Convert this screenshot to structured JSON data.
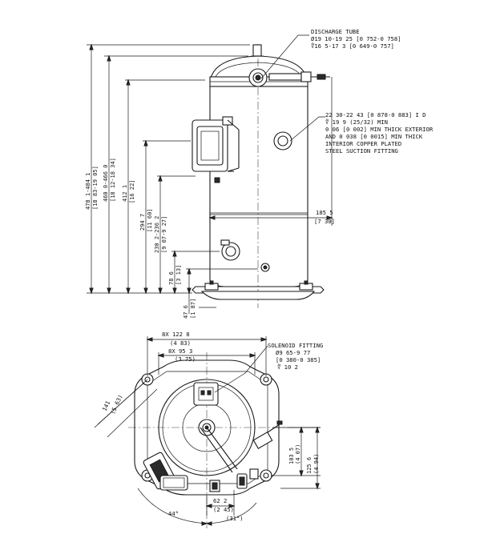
{
  "labels": {
    "discharge_tube": {
      "line1": "DISCHARGE TUBE",
      "line2": "Ø19 10-19 25 [0 752-0 758]",
      "line3": "∜16 5-17 3 [0 649-0 757]"
    },
    "suction_fitting": {
      "line1": "22 30-22 43 [0 878-0 883] I D",
      "line2": "∜ 19 9 (25/32) MIN",
      "line3": "0 06 [0 002] MIN THICK EXTERIOR",
      "line4": "AND 0 038 [0 0015] MIN THICK",
      "line5": "INTERIOR COPPER PLATED",
      "line6": "STEEL SUCTION FITTING"
    },
    "solenoid_fitting": {
      "line1": "SOLENOID FITTING",
      "line2": "Ø9 65-9 77",
      "line3": "[0 380-0 385]",
      "line4": "∜ 10 2"
    }
  },
  "dimensions": {
    "overall_height": {
      "mm": "478 1-484 1",
      "inch": "[18 83-19 05]"
    },
    "height_460": {
      "mm": "460 0-466 0",
      "inch": "[18 12-18 34]"
    },
    "height_412": {
      "mm": "412 1",
      "inch": "[16 22]"
    },
    "height_2947": {
      "mm": "294 7",
      "inch": "[11 60]"
    },
    "height_230": {
      "mm": "230 2-236 2",
      "inch": "[9 07-9 27]"
    },
    "height_786": {
      "mm": "78 6",
      "inch": "[3 13]"
    },
    "height_476": {
      "mm": "47 6",
      "inch": "[1 87]"
    },
    "width_1855": {
      "mm": "185 5",
      "inch": "[7 30]"
    },
    "bolt_1228": {
      "mm": "8X 122 8",
      "inch": "(4 83)"
    },
    "bolt_953": {
      "mm": "8X 95 3",
      "inch": "(3 75)"
    },
    "diag_141": {
      "mm": "141",
      "inch": "(5 63)"
    },
    "depth_1035": {
      "mm": "103 5",
      "inch": "(4 07)"
    },
    "depth_1256": {
      "mm": "125 6",
      "inch": "(4 94)"
    },
    "offset_622": {
      "mm": "62 2",
      "inch": "(2 45)"
    },
    "angle_44": "44°",
    "angle_31": "(31°)"
  }
}
